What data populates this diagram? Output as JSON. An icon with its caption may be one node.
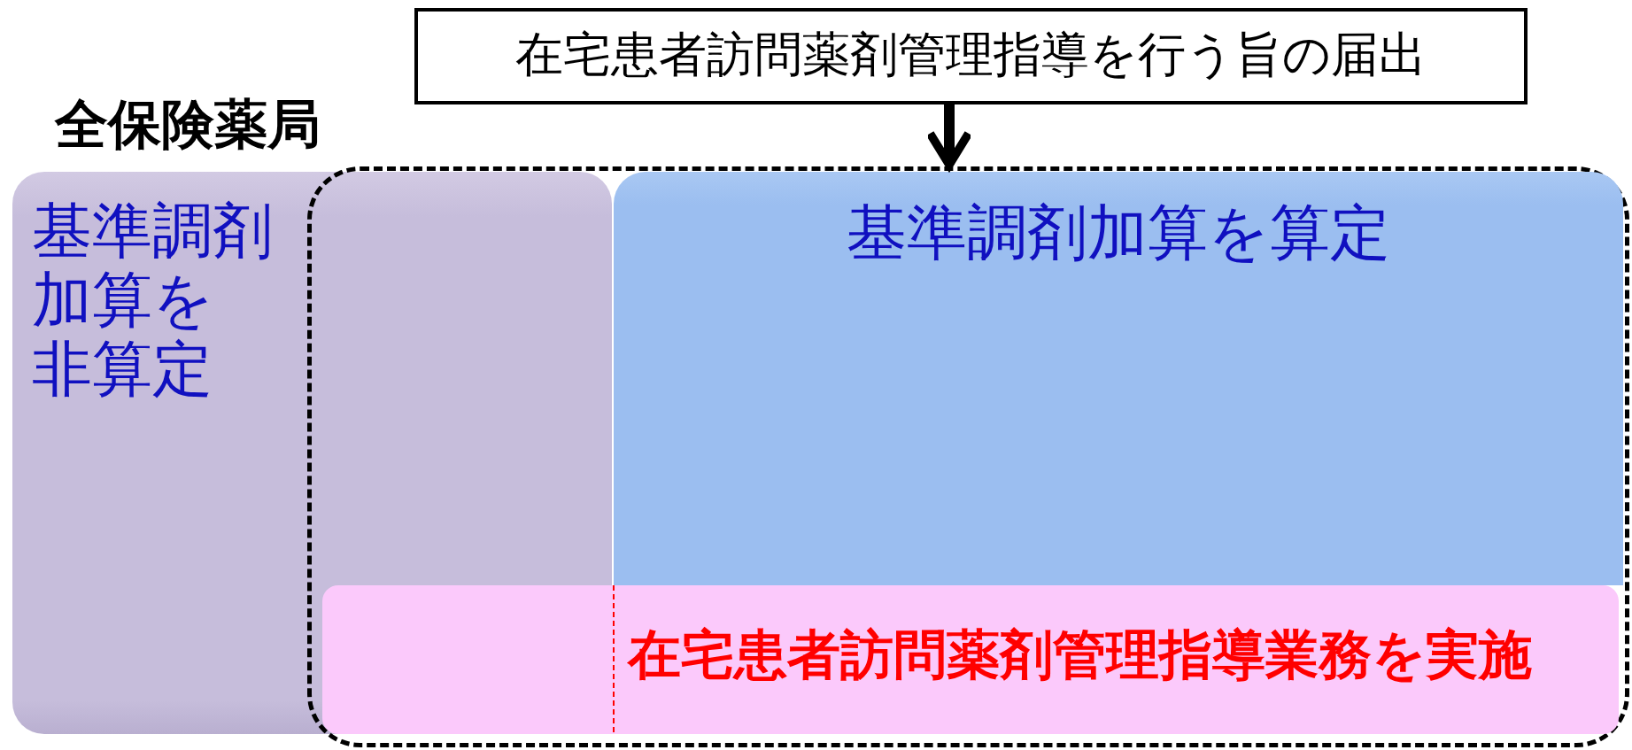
{
  "diagram": {
    "nodes": [
      {
        "text": [
          "在宅患者訪問薬剤管理指導を行う旨の届出"
        ]
      },
      {
        "text": [],
        "shape": "box"
      },
      {
        "text": [
          "基準調剤加算を非算定"
        ]
      },
      {
        "text": [
          "基準調剤加算を算定"
        ],
        "in": 1
      },
      {
        "text": [
          "在宅患者訪問薬剤管理指導業務を実施"
        ],
        "in": 1
      }
    ],
    "edges": [
      {
        "from": 0,
        "to": 1,
        "arrow": "to"
      }
    ],
    "labels": [
      "全保険薬局"
    ]
  }
}
